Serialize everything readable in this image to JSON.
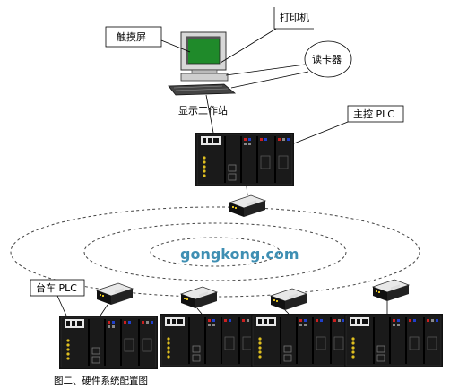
{
  "labels": {
    "touchscreen": "触摸屏",
    "printer": "打印机",
    "card_reader": "读卡器",
    "workstation": "显示工作站",
    "master_plc": "主控 PLC",
    "cart_plc": "台车 PLC"
  },
  "watermark": "gongkong.com",
  "caption": "图二、硬件系统配置图",
  "colors": {
    "screen": "#1f8a2a",
    "plc_body": "#111111",
    "led": "#e0c020",
    "accent_red": "#cc2020",
    "accent_blue": "#2040cc",
    "watermark": "#3f8fb3"
  }
}
